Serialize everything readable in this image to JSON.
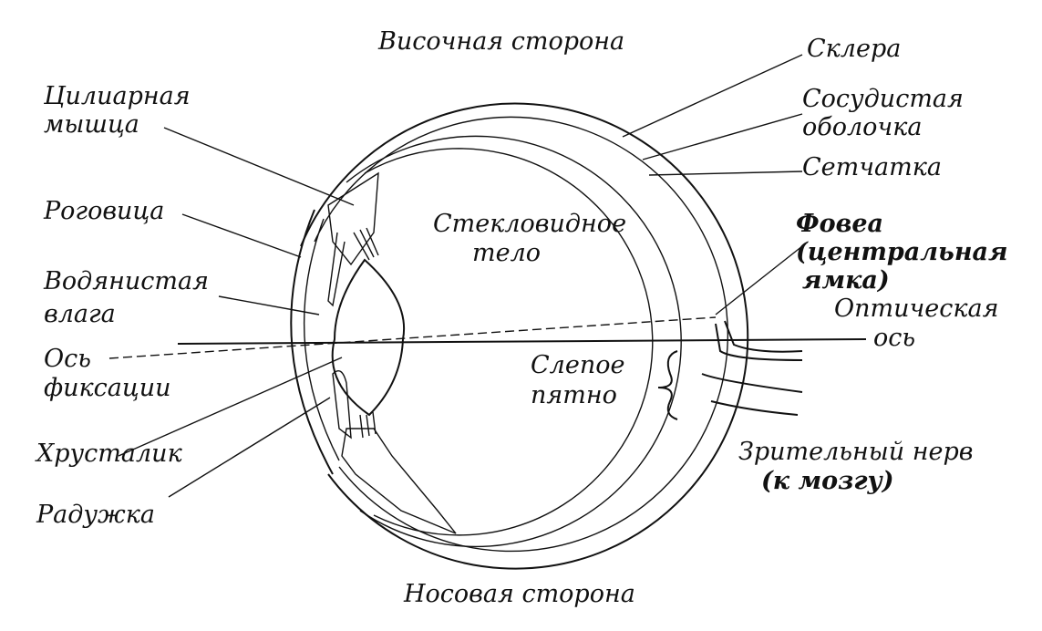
{
  "labels": {
    "temporal_side": "Височная сторона",
    "nasal_side": "Носовая сторона",
    "ciliary_muscle": [
      "Цилиарная",
      "мышца"
    ],
    "cornea": "Роговица",
    "aqueous_humor": [
      "Водянистая",
      "влага"
    ],
    "fixation_axis": [
      "Ось",
      "фиксации"
    ],
    "lens": "Хрусталик",
    "iris": "Радужка",
    "sclera": "Склера",
    "choroid": [
      "Сосудистая",
      "оболочка"
    ],
    "retina": "Сетчатка",
    "fovea": [
      "Фовеа",
      "(центральная",
      "ямка)"
    ],
    "optic_axis": [
      "Оптическая",
      "ось"
    ],
    "vitreous_body": [
      "Стекловидное",
      "тело"
    ],
    "blind_spot": [
      "Слепое",
      "пятно"
    ],
    "optic_nerve": [
      "Зрительный нерв",
      "(к мозгу)"
    ]
  }
}
